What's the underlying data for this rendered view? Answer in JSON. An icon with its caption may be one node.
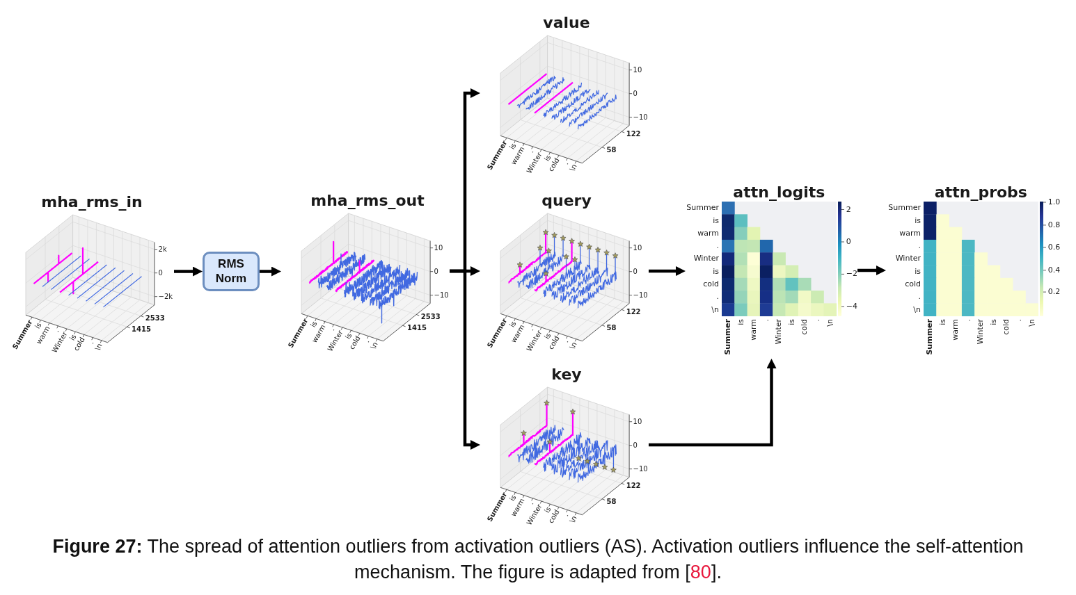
{
  "diagram": {
    "caption": "**Figure 27:** The spread of attention outliers from activation outliers (AS). Activation outliers influence the self-attention mechanism. The figure is adapted from [80].",
    "nodes": [
      {
        "text": [
          "mha_rms_in",
          "Summer",
          "is",
          "warm",
          ".",
          "Winter",
          "is",
          "cold",
          ".",
          "\\n",
          "2k",
          "0",
          "−2k",
          "2533",
          "1415"
        ]
      },
      {
        "text": [
          "RMS Norm"
        ]
      },
      {
        "text": [
          "mha_rms_out",
          "Summer",
          "is",
          "warm",
          ".",
          "Winter",
          "is",
          "cold",
          ".",
          "\\n",
          "10",
          "0",
          "−10",
          "2533",
          "1415"
        ]
      },
      {
        "text": [
          "value",
          "Summer",
          "is",
          "warm",
          ".",
          "Winter",
          "is",
          "cold",
          ".",
          "\\n",
          "10",
          "0",
          "−10",
          "122",
          "58"
        ]
      },
      {
        "text": [
          "query",
          "Summer",
          "is",
          "warm",
          ".",
          "Winter",
          "is",
          "cold",
          ".",
          "\\n",
          "10",
          "0",
          "−10",
          "122",
          "58"
        ]
      },
      {
        "text": [
          "key",
          "Summer",
          "is",
          "warm",
          ".",
          "Winter",
          "is",
          "cold",
          ".",
          "\\n",
          "10",
          "0",
          "−10",
          "122",
          "58"
        ]
      },
      {
        "text": [
          "attn_logits",
          "Summer",
          "is",
          "warm",
          ".",
          "Winter",
          "is",
          "cold",
          ".",
          "\\n",
          "Summer",
          "is",
          "warm",
          ".",
          "Winter",
          "is",
          "cold",
          ".",
          "\\n",
          "2",
          "0",
          "−2",
          "−4"
        ]
      },
      {
        "text": [
          "attn_probs",
          "Summer",
          "is",
          "warm",
          ".",
          "Winter",
          "is",
          "cold",
          ".",
          "\\n",
          "Summer",
          "is",
          "warm",
          ".",
          "Winter",
          "is",
          "cold",
          ".",
          "\\n",
          "1.0",
          "0.8",
          "0.6",
          "0.4",
          "0.2"
        ]
      }
    ],
    "edges": [
      {
        "from": 0,
        "to": 1,
        "arrow": "to"
      },
      {
        "from": 1,
        "to": 2,
        "arrow": "to"
      },
      {
        "from": 2,
        "to": 3,
        "arrow": "to"
      },
      {
        "from": 2,
        "to": 4,
        "arrow": "to"
      },
      {
        "from": 2,
        "to": 5,
        "arrow": "to"
      },
      {
        "from": 4,
        "to": 6,
        "arrow": "to"
      },
      {
        "from": 5,
        "to": 6,
        "arrow": "to"
      },
      {
        "from": 6,
        "to": 7,
        "arrow": "to"
      }
    ]
  }
}
